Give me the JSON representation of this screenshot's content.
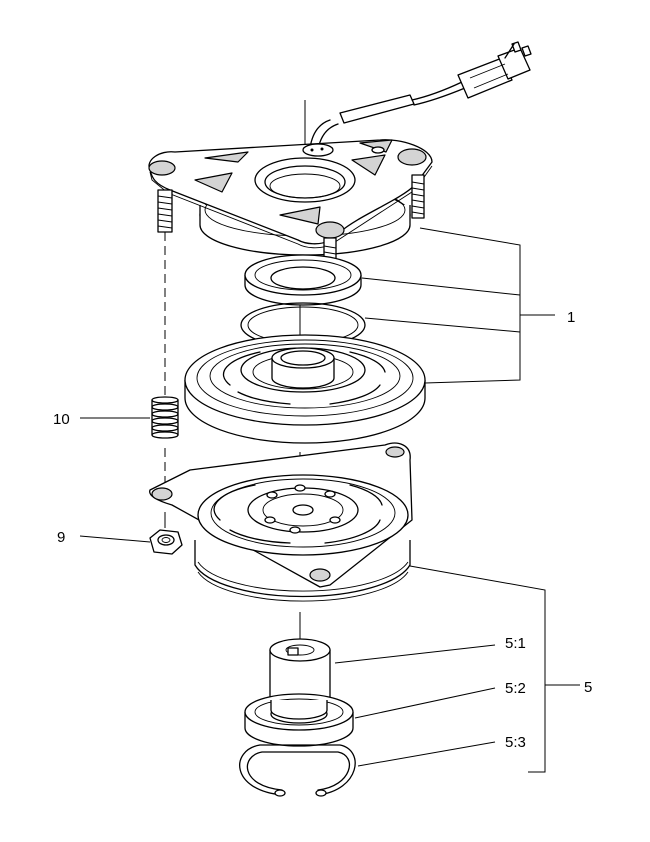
{
  "callouts": {
    "c1": "1",
    "c5": "5",
    "c5_1": "5:1",
    "c5_2": "5:2",
    "c5_3": "5:3",
    "c9": "9",
    "c10": "10"
  }
}
